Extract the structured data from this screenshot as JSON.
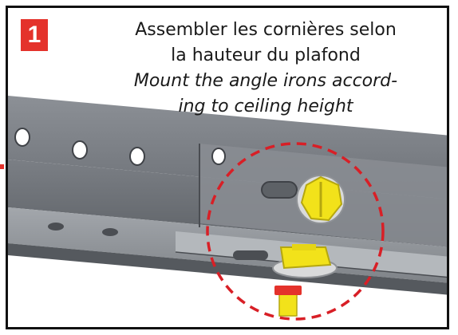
{
  "step": {
    "number": "1",
    "badge_color": "#e4322b"
  },
  "caption": {
    "fr_line1": "Assembler les cornières selon",
    "fr_line2": "la hauteur du plafond",
    "en_line1": "Mount the angle irons accord-",
    "en_line2": "ing to ceiling height"
  },
  "illustration": {
    "subject": "angle-iron-assembly",
    "bolt_color": "#f2e21a",
    "detail_circle_color": "#d81f26"
  }
}
